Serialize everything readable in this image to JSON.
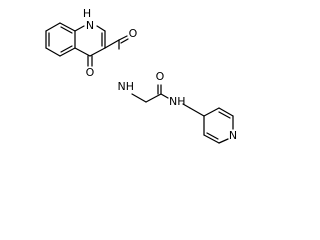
{
  "structure": {
    "labels": {
      "n1h": "H",
      "n1": "N",
      "o_ketone": "O",
      "o_amide1": "O",
      "amide1_nh": "NH",
      "o_amide2": "O",
      "amide2_nh": "NH",
      "pyridine_n": "N"
    }
  }
}
